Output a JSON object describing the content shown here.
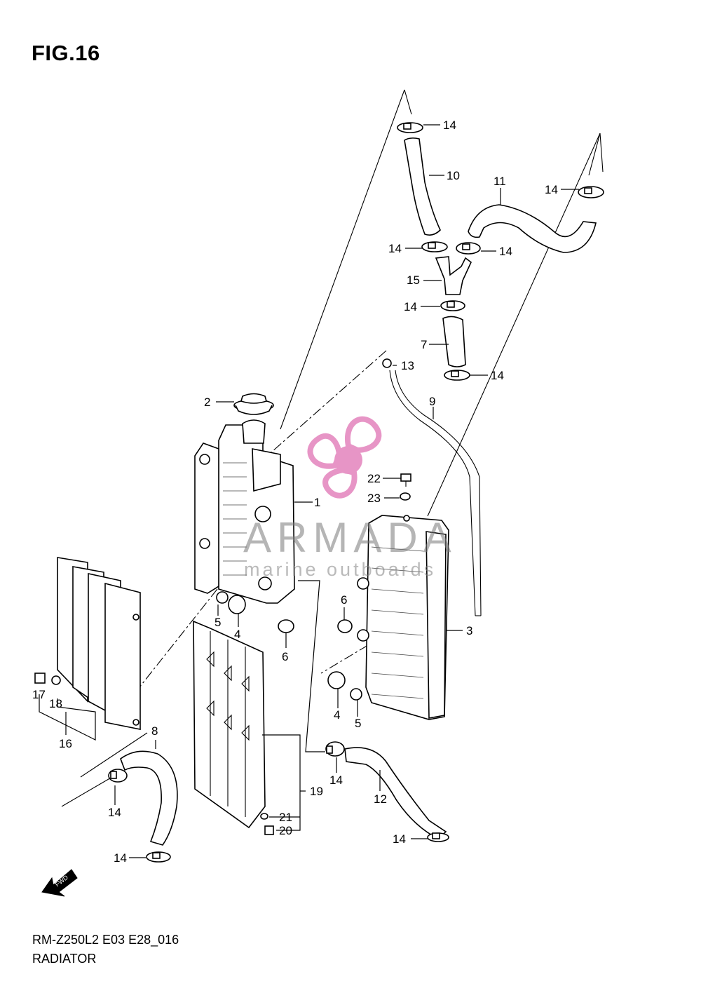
{
  "figure": {
    "title": "FIG.16"
  },
  "footer": {
    "model_code": "RM-Z250L2 E03 E28_016",
    "section_name": "RADIATOR"
  },
  "watermark": {
    "brand": "ARMADA",
    "subtitle": "marine outboards",
    "logo_color": "#e58ac0"
  },
  "callouts": {
    "c1": "1",
    "c2": "2",
    "c3": "3",
    "c4a": "4",
    "c4b": "4",
    "c5a": "5",
    "c5b": "5",
    "c6a": "6",
    "c6b": "6",
    "c7": "7",
    "c8": "8",
    "c9": "9",
    "c10": "10",
    "c11": "11",
    "c12": "12",
    "c13": "13",
    "c14a": "14",
    "c14b": "14",
    "c14c": "14",
    "c14d": "14",
    "c14e": "14",
    "c14f": "14",
    "c14g": "14",
    "c14h": "14",
    "c14i": "14",
    "c14j": "14",
    "c15": "15",
    "c16": "16",
    "c17": "17",
    "c18": "18",
    "c19": "19",
    "c20": "20",
    "c21": "21",
    "c22": "22",
    "c23": "23"
  },
  "fwd_badge": "FWD"
}
